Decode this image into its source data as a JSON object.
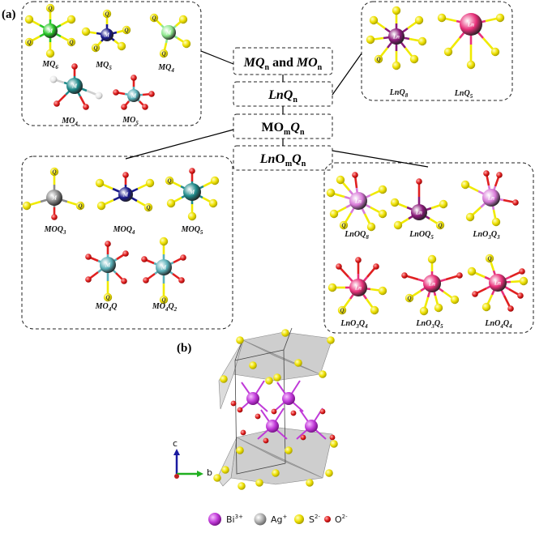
{
  "panels": {
    "a": "(a)",
    "b": "(b)"
  },
  "headers": [
    {
      "id": "h-mq",
      "italic1": "MQ",
      "sub1": "n",
      "mid": " and ",
      "italic2": "MO",
      "sub2": "n"
    },
    {
      "id": "h-lnq",
      "italic1": "LnQ",
      "sub1": "n"
    },
    {
      "id": "h-moq",
      "plain1": "MO",
      "sub1": "m",
      "italic2": "Q",
      "sub2": "n"
    },
    {
      "id": "h-lnoq",
      "italic1": "Ln",
      "plain1": "O",
      "sub1": "m",
      "italic2": "Q",
      "sub2": "n"
    }
  ],
  "labels": {
    "mq6": {
      "base": "MQ",
      "sub": "6"
    },
    "mq5": {
      "base": "MQ",
      "sub": "5"
    },
    "mq4": {
      "base": "MQ",
      "sub": "4"
    },
    "mo4": {
      "base": "MO",
      "sub": "4"
    },
    "mo5": {
      "base": "MO",
      "sub": "5"
    },
    "lnq8": {
      "base": "LnQ",
      "sub": "8"
    },
    "lnq5": {
      "base": "LnQ",
      "sub": "5"
    },
    "moq3": {
      "base": "MOQ",
      "sub": "3"
    },
    "moq4": {
      "base": "MOQ",
      "sub": "4"
    },
    "moq5": {
      "base": "MOQ",
      "sub": "5"
    },
    "mo4q": {
      "base": "MO",
      "sub": "4",
      "tail": "Q"
    },
    "mo4q2": {
      "base": "MO",
      "sub": "4",
      "tail": "Q",
      "tsub": "2"
    },
    "lnoq8": {
      "base": "LnOQ",
      "sub": "8"
    },
    "lnoq5": {
      "base": "LnOQ",
      "sub": "5"
    },
    "lno3q3": {
      "base": "LnO",
      "sub": "3",
      "tail": "Q",
      "tsub": "3"
    },
    "lno3q4": {
      "base": "LnO",
      "sub": "3",
      "tail": "Q",
      "tsub": "4"
    },
    "lno3q5": {
      "base": "LnO",
      "sub": "3",
      "tail": "Q",
      "tsub": "5"
    },
    "lno4q4": {
      "base": "LnO",
      "sub": "4",
      "tail": "Q",
      "tsub": "4"
    }
  },
  "atom_glyphs": {
    "metal": "M",
    "lanthanide": "Ln",
    "ligand": "Q"
  },
  "axes": {
    "c": "c",
    "b": "b"
  },
  "legend": [
    {
      "name": "Bi",
      "sup": "3+",
      "color": "#c03ad8"
    },
    {
      "name": "Ag",
      "sup": "+",
      "color": "#a0a0a0"
    },
    {
      "name": "S",
      "sup": "2-",
      "color": "#e6e600"
    },
    {
      "name": "O",
      "sup": "2-",
      "color": "#e02020"
    }
  ],
  "colors": {
    "ligand_S": "#f0ea00",
    "oxygen": "#e02020",
    "green_M": "#28c828",
    "navy_M": "#1a1a8a",
    "light_green_M": "#8ee88e",
    "teal_M": "#1f8a8a",
    "cyan_M": "#5ab0b8",
    "purple_Ln": "#8a1a7a",
    "pink_Ln": "#e8307a",
    "violet_Ln": "#d87ad8",
    "gray_M": "#8a8a8a"
  }
}
